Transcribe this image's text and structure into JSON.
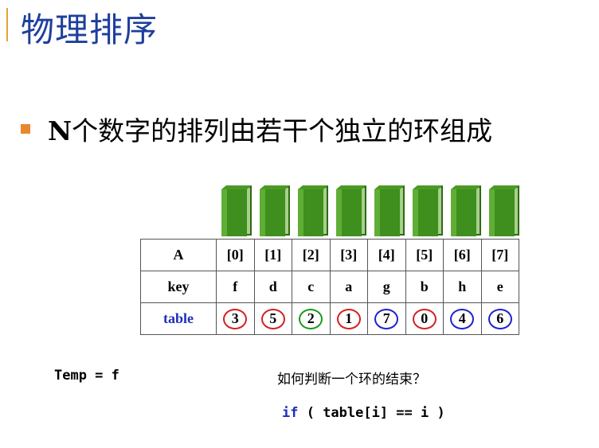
{
  "slide": {
    "title": "物理排序",
    "bullet_lead": "N",
    "bullet_rest": "个数字的排列由若干个独立的环组成"
  },
  "table": {
    "header_label": "A",
    "indices": [
      "[0]",
      "[1]",
      "[2]",
      "[3]",
      "[4]",
      "[5]",
      "[6]",
      "[7]"
    ],
    "key_label": "key",
    "keys": [
      "f",
      "d",
      "c",
      "a",
      "g",
      "b",
      "h",
      "e"
    ],
    "table_label": "table",
    "table_values": [
      "3",
      "5",
      "2",
      "1",
      "7",
      "0",
      "4",
      "6"
    ],
    "ring_colors": [
      "#d42020",
      "#d42020",
      "#1a9a1a",
      "#d42020",
      "#2020d0",
      "#d42020",
      "#2020d0",
      "#2020d0"
    ]
  },
  "notes": {
    "temp": "Temp = f",
    "question": "如何判断一个环的结束？",
    "code_keyword": "if",
    "code_rest": " ( table[i] == i )"
  },
  "colors": {
    "title": "#1E3F9B",
    "accent": "#E8872E",
    "book": "#3E8F1E"
  }
}
